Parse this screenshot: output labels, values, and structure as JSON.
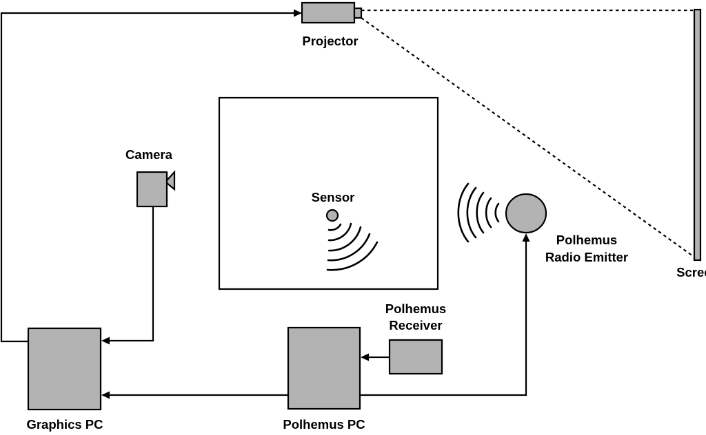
{
  "labels": {
    "projector": "Projector",
    "camera": "Camera",
    "sensor": "Sensor",
    "emitter_line1": "Polhemus",
    "emitter_line2": "Radio Emitter",
    "screen": "Screen",
    "receiver_line1": "Polhemus",
    "receiver_line2": "Receiver",
    "graphics_pc": "Graphics PC",
    "polhemus_pc": "Polhemus PC"
  },
  "colors": {
    "device_fill": "#b3b3b3",
    "line": "#000000",
    "background": "#ffffff"
  }
}
